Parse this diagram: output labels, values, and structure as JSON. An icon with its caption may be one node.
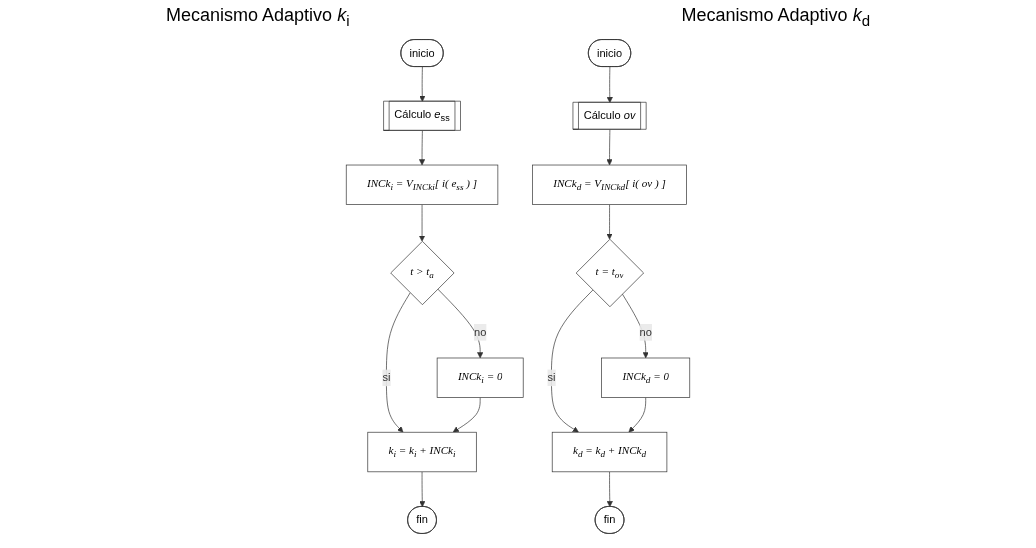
{
  "diagram": {
    "nodes": [
      {
        "text": [
          "inicio"
        ]
      },
      {
        "text": [
          "Cálculo *e*$_{ss}$"
        ]
      },
      {
        "text": [
          "INCk$_{i}$ = V$_{INCki}$[ i( e$_{ss}$ ) ]"
        ]
      },
      {
        "text": [
          "t > t$_{a}$"
        ]
      },
      {
        "text": [
          "INCk$_{i}$ = 0"
        ]
      },
      {
        "text": [
          "k$_{i}$ = k$_{i}$ + INCk$_{i}$"
        ]
      },
      {
        "text": [
          "fin"
        ]
      },
      {
        "text": [
          "inicio"
        ]
      },
      {
        "text": [
          "Cálculo *ov*"
        ]
      },
      {
        "text": [
          "INCk$_{d}$ = V$_{INCkd}$[ i( ov ) ]"
        ]
      },
      {
        "text": [
          "t = t$_{ov}$"
        ]
      },
      {
        "text": [
          "INCk$_{d}$ = 0"
        ]
      },
      {
        "text": [
          "k$_{d}$ = k$_{d}$ + INCk$_{d}$"
        ]
      },
      {
        "text": [
          "fin"
        ]
      }
    ],
    "edges": [
      {
        "from": 0,
        "to": 1,
        "arrow": "to"
      },
      {
        "from": 1,
        "to": 2,
        "arrow": "to"
      },
      {
        "from": 2,
        "to": 3,
        "arrow": "to"
      },
      {
        "from": 3,
        "to": 4,
        "arrow": "to",
        "label": "no"
      },
      {
        "from": 3,
        "to": 5,
        "arrow": "to",
        "label": "si"
      },
      {
        "from": 4,
        "to": 5,
        "arrow": "to"
      },
      {
        "from": 5,
        "to": 6,
        "arrow": "to"
      },
      {
        "from": 7,
        "to": 8,
        "arrow": "to"
      },
      {
        "from": 8,
        "to": 9,
        "arrow": "to"
      },
      {
        "from": 9,
        "to": 10,
        "arrow": "to"
      },
      {
        "from": 10,
        "to": 11,
        "arrow": "to",
        "label": "no"
      },
      {
        "from": 10,
        "to": 12,
        "arrow": "to",
        "label": "si"
      },
      {
        "from": 11,
        "to": 12,
        "arrow": "to"
      },
      {
        "from": 12,
        "to": 13,
        "arrow": "to"
      }
    ],
    "labels": [
      "Mecanismo Adaptivo *k*$_{i}$",
      "Mecanismo Adaptivo *k*$_{d}$"
    ]
  }
}
